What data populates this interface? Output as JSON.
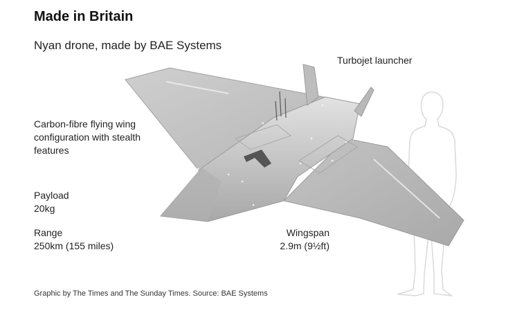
{
  "header": {
    "title": "Made in Britain",
    "subtitle": "Nyan drone, made by BAE Systems"
  },
  "annotations": {
    "turbojet": "Turbojet launcher",
    "wing": "Carbon-fibre flying wing configuration with stealth features",
    "payload_label": "Payload",
    "payload_value": "20kg",
    "range_label": "Range",
    "range_value": "250km (155 miles)",
    "wingspan_label": "Wingspan",
    "wingspan_value": "2.9m (9½ft)"
  },
  "footer": {
    "credit": "Graphic by The Times and The Sunday Times. Source: BAE Systems"
  },
  "colors": {
    "drone_light": "#d6d6d6",
    "drone_mid": "#bdbdbd",
    "drone_dark": "#9a9a9a",
    "silhouette_stroke": "#d9d9d9"
  }
}
